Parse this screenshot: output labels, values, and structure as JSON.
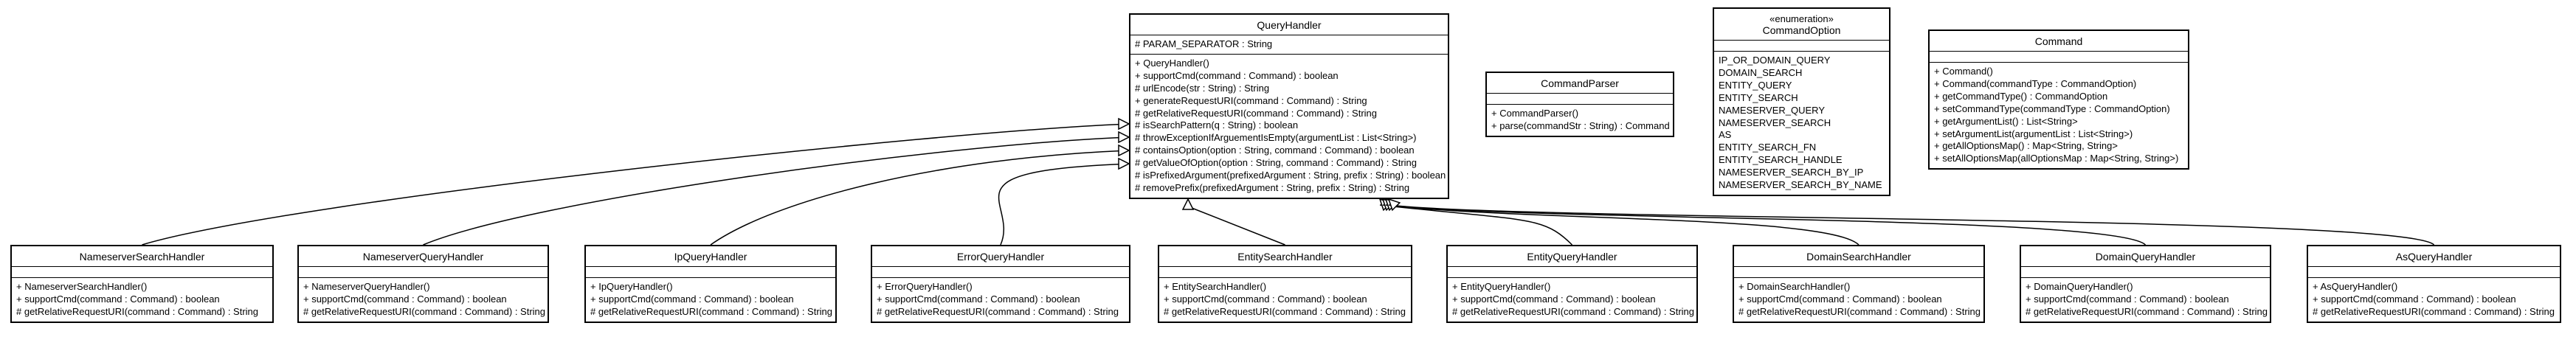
{
  "classes": {
    "query_handler": {
      "name": "QueryHandler",
      "attributes": [
        "# PARAM_SEPARATOR : String"
      ],
      "operations": [
        "+ QueryHandler()",
        "+ supportCmd(command : Command) : boolean",
        "# urlEncode(str : String) : String",
        "+ generateRequestURI(command : Command) : String",
        "# getRelativeRequestURI(command : Command) : String",
        "# isSearchPattern(q : String) : boolean",
        "# throwExceptionIfArguementIsEmpty(argumentList : List<String>)",
        "# containsOption(option : String, command : Command) : boolean",
        "# getValueOfOption(option : String, command : Command) : String",
        "# isPrefixedArgument(prefixedArgument : String, prefix : String) : boolean",
        "# removePrefix(prefixedArgument : String, prefix : String) : String"
      ]
    },
    "command_parser": {
      "name": "CommandParser",
      "attributes": [],
      "operations": [
        "+ CommandParser()",
        "+ parse(commandStr : String) : Command"
      ]
    },
    "command_option": {
      "stereotype": "«enumeration»",
      "name": "CommandOption",
      "attributes": [],
      "operations": [
        "IP_OR_DOMAIN_QUERY",
        "DOMAIN_SEARCH",
        "ENTITY_QUERY",
        "ENTITY_SEARCH",
        "NAMESERVER_QUERY",
        "NAMESERVER_SEARCH",
        "AS",
        "ENTITY_SEARCH_FN",
        "ENTITY_SEARCH_HANDLE",
        "NAMESERVER_SEARCH_BY_IP",
        "NAMESERVER_SEARCH_BY_NAME"
      ]
    },
    "command": {
      "name": "Command",
      "attributes": [],
      "operations": [
        "+ Command()",
        "+ Command(commandType : CommandOption)",
        "+ getCommandType() : CommandOption",
        "+ setCommandType(commandType : CommandOption)",
        "+ getArgumentList() : List<String>",
        "+ setArgumentList(argumentList : List<String>)",
        "+ getAllOptionsMap() : Map<String, String>",
        "+ setAllOptionsMap(allOptionsMap : Map<String, String>)"
      ]
    },
    "nameserver_search_handler": {
      "name": "NameserverSearchHandler",
      "attributes": [],
      "operations": [
        "+ NameserverSearchHandler()",
        "+ supportCmd(command : Command) : boolean",
        "# getRelativeRequestURI(command : Command) : String"
      ]
    },
    "nameserver_query_handler": {
      "name": "NameserverQueryHandler",
      "attributes": [],
      "operations": [
        "+ NameserverQueryHandler()",
        "+ supportCmd(command : Command) : boolean",
        "# getRelativeRequestURI(command : Command) : String"
      ]
    },
    "ip_query_handler": {
      "name": "IpQueryHandler",
      "attributes": [],
      "operations": [
        "+ IpQueryHandler()",
        "+ supportCmd(command : Command) : boolean",
        "# getRelativeRequestURI(command : Command) : String"
      ]
    },
    "error_query_handler": {
      "name": "ErrorQueryHandler",
      "attributes": [],
      "operations": [
        "+ ErrorQueryHandler()",
        "+ supportCmd(command : Command) : boolean",
        "# getRelativeRequestURI(command : Command) : String"
      ]
    },
    "entity_search_handler": {
      "name": "EntitySearchHandler",
      "attributes": [],
      "operations": [
        "+ EntitySearchHandler()",
        "+ supportCmd(command : Command) : boolean",
        "# getRelativeRequestURI(command : Command) : String"
      ]
    },
    "entity_query_handler": {
      "name": "EntityQueryHandler",
      "attributes": [],
      "operations": [
        "+ EntityQueryHandler()",
        "+ supportCmd(command : Command) : boolean",
        "# getRelativeRequestURI(command : Command) : String"
      ]
    },
    "domain_search_handler": {
      "name": "DomainSearchHandler",
      "attributes": [],
      "operations": [
        "+ DomainSearchHandler()",
        "+ supportCmd(command : Command) : boolean",
        "# getRelativeRequestURI(command : Command) : String"
      ]
    },
    "domain_query_handler": {
      "name": "DomainQueryHandler",
      "attributes": [],
      "operations": [
        "+ DomainQueryHandler()",
        "+ supportCmd(command : Command) : boolean",
        "# getRelativeRequestURI(command : Command) : String"
      ]
    },
    "as_query_handler": {
      "name": "AsQueryHandler",
      "attributes": [],
      "operations": [
        "+ AsQueryHandler()",
        "+ supportCmd(command : Command) : boolean",
        "# getRelativeRequestURI(command : Command) : String"
      ]
    }
  },
  "generalizations": [
    {
      "child": "nameserver_search_handler",
      "parent": "query_handler"
    },
    {
      "child": "nameserver_query_handler",
      "parent": "query_handler"
    },
    {
      "child": "ip_query_handler",
      "parent": "query_handler"
    },
    {
      "child": "error_query_handler",
      "parent": "query_handler"
    },
    {
      "child": "entity_search_handler",
      "parent": "query_handler"
    },
    {
      "child": "entity_query_handler",
      "parent": "query_handler"
    },
    {
      "child": "domain_search_handler",
      "parent": "query_handler"
    },
    {
      "child": "domain_query_handler",
      "parent": "query_handler"
    },
    {
      "child": "as_query_handler",
      "parent": "query_handler"
    }
  ]
}
